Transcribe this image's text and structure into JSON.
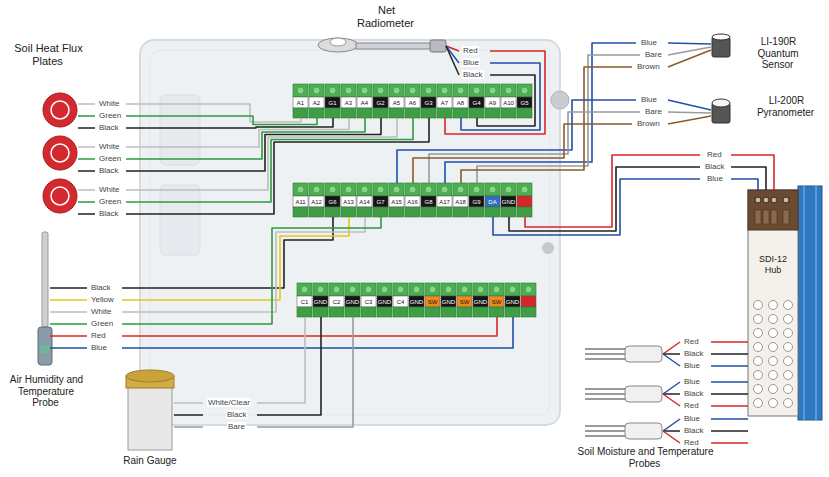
{
  "diagram": {
    "nodes": [
      {
        "text": [
          "SDI-12 Hub"
        ]
      }
    ],
    "labels": [
      "Net Radiometer",
      "Red",
      "Blue",
      "Black",
      "Soil Heat Flux Plates",
      "White",
      "Green",
      "Black",
      "White",
      "Green",
      "Black",
      "White",
      "Green",
      "Black",
      "A1",
      "A2",
      "G1",
      "A3",
      "A4",
      "G2",
      "A5",
      "A6",
      "G3",
      "A7",
      "A8",
      "G4",
      "A9",
      "A10",
      "G5",
      "A11",
      "A12",
      "G6",
      "A13",
      "A14",
      "G7",
      "A15",
      "A16",
      "G8",
      "A17",
      "A18",
      "G9",
      "DA",
      "GND",
      "C1",
      "GND",
      "C2",
      "GND",
      "C3",
      "GND",
      "C4",
      "GND",
      "SW",
      "GND",
      "SW",
      "GND",
      "SW",
      "GND",
      "Blue",
      "Bare",
      "Brown",
      "LI-190R Quantum Sensor",
      "Blue",
      "Bare",
      "Brown",
      "LI-200R Pyranometer",
      "Red",
      "Black",
      "Blue",
      "Black",
      "Yellow",
      "White",
      "Green",
      "Red",
      "Blue",
      "Air Humidity and Temperature Probe",
      "White/Clear",
      "Black",
      "Bare",
      "Rain Gauge",
      "Red",
      "Black",
      "Blue",
      "Blue",
      "Black",
      "Red",
      "Blue",
      "Black",
      "Red",
      "Soil Moisture and Temperature Probes"
    ]
  }
}
